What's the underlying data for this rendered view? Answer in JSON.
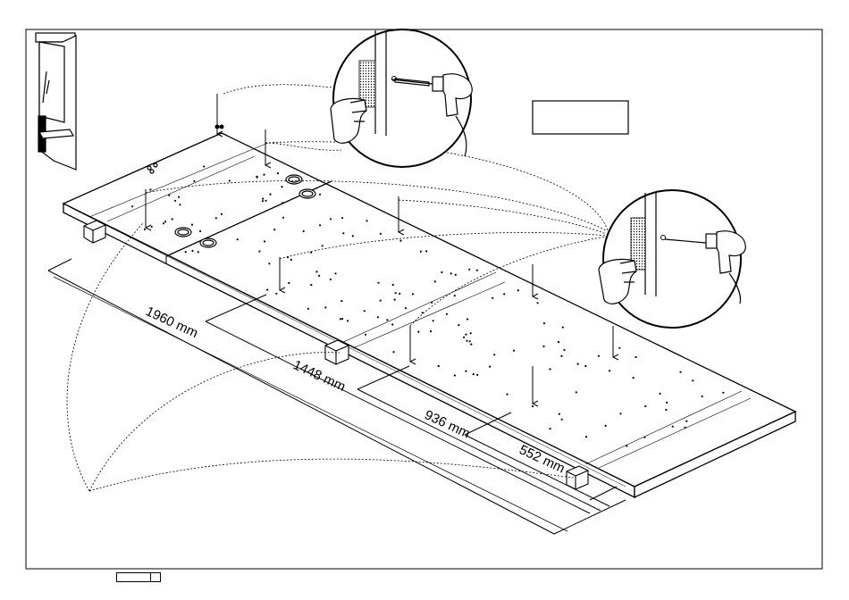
{
  "measurements": [
    {
      "label": "1960 mm"
    },
    {
      "label": "1448 mm"
    },
    {
      "label": "936 mm"
    },
    {
      "label": "552 mm"
    }
  ],
  "icons": {
    "wardrobe": "wardrobe-thumbnail-icon",
    "drill": "power-drill-icon",
    "hand": "hand-holding-icon"
  },
  "colors": {
    "line": "#000000",
    "background": "#ffffff"
  }
}
